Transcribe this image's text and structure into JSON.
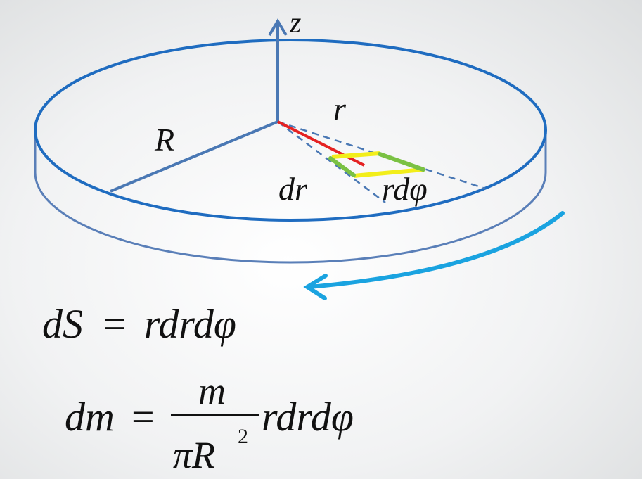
{
  "labels": {
    "z": "z",
    "r": "r",
    "R": "R",
    "dr": "dr",
    "rdphi": "rdφ"
  },
  "equations": {
    "ds": {
      "lhs": "dS",
      "eq": "=",
      "rhs": "rdrdφ"
    },
    "dm": {
      "lhs": "dm",
      "eq": "=",
      "numerator": "m",
      "denominator": "πR",
      "exponent": "2",
      "rhs": "rdrdφ"
    }
  },
  "colors": {
    "disk": "#2a6fc0",
    "axis": "#4a78b4",
    "radius": "#e52222",
    "edge_dr": "#7ac143",
    "edge_rdphi": "#f2ee1a",
    "rotation": "#1aa3e0"
  }
}
